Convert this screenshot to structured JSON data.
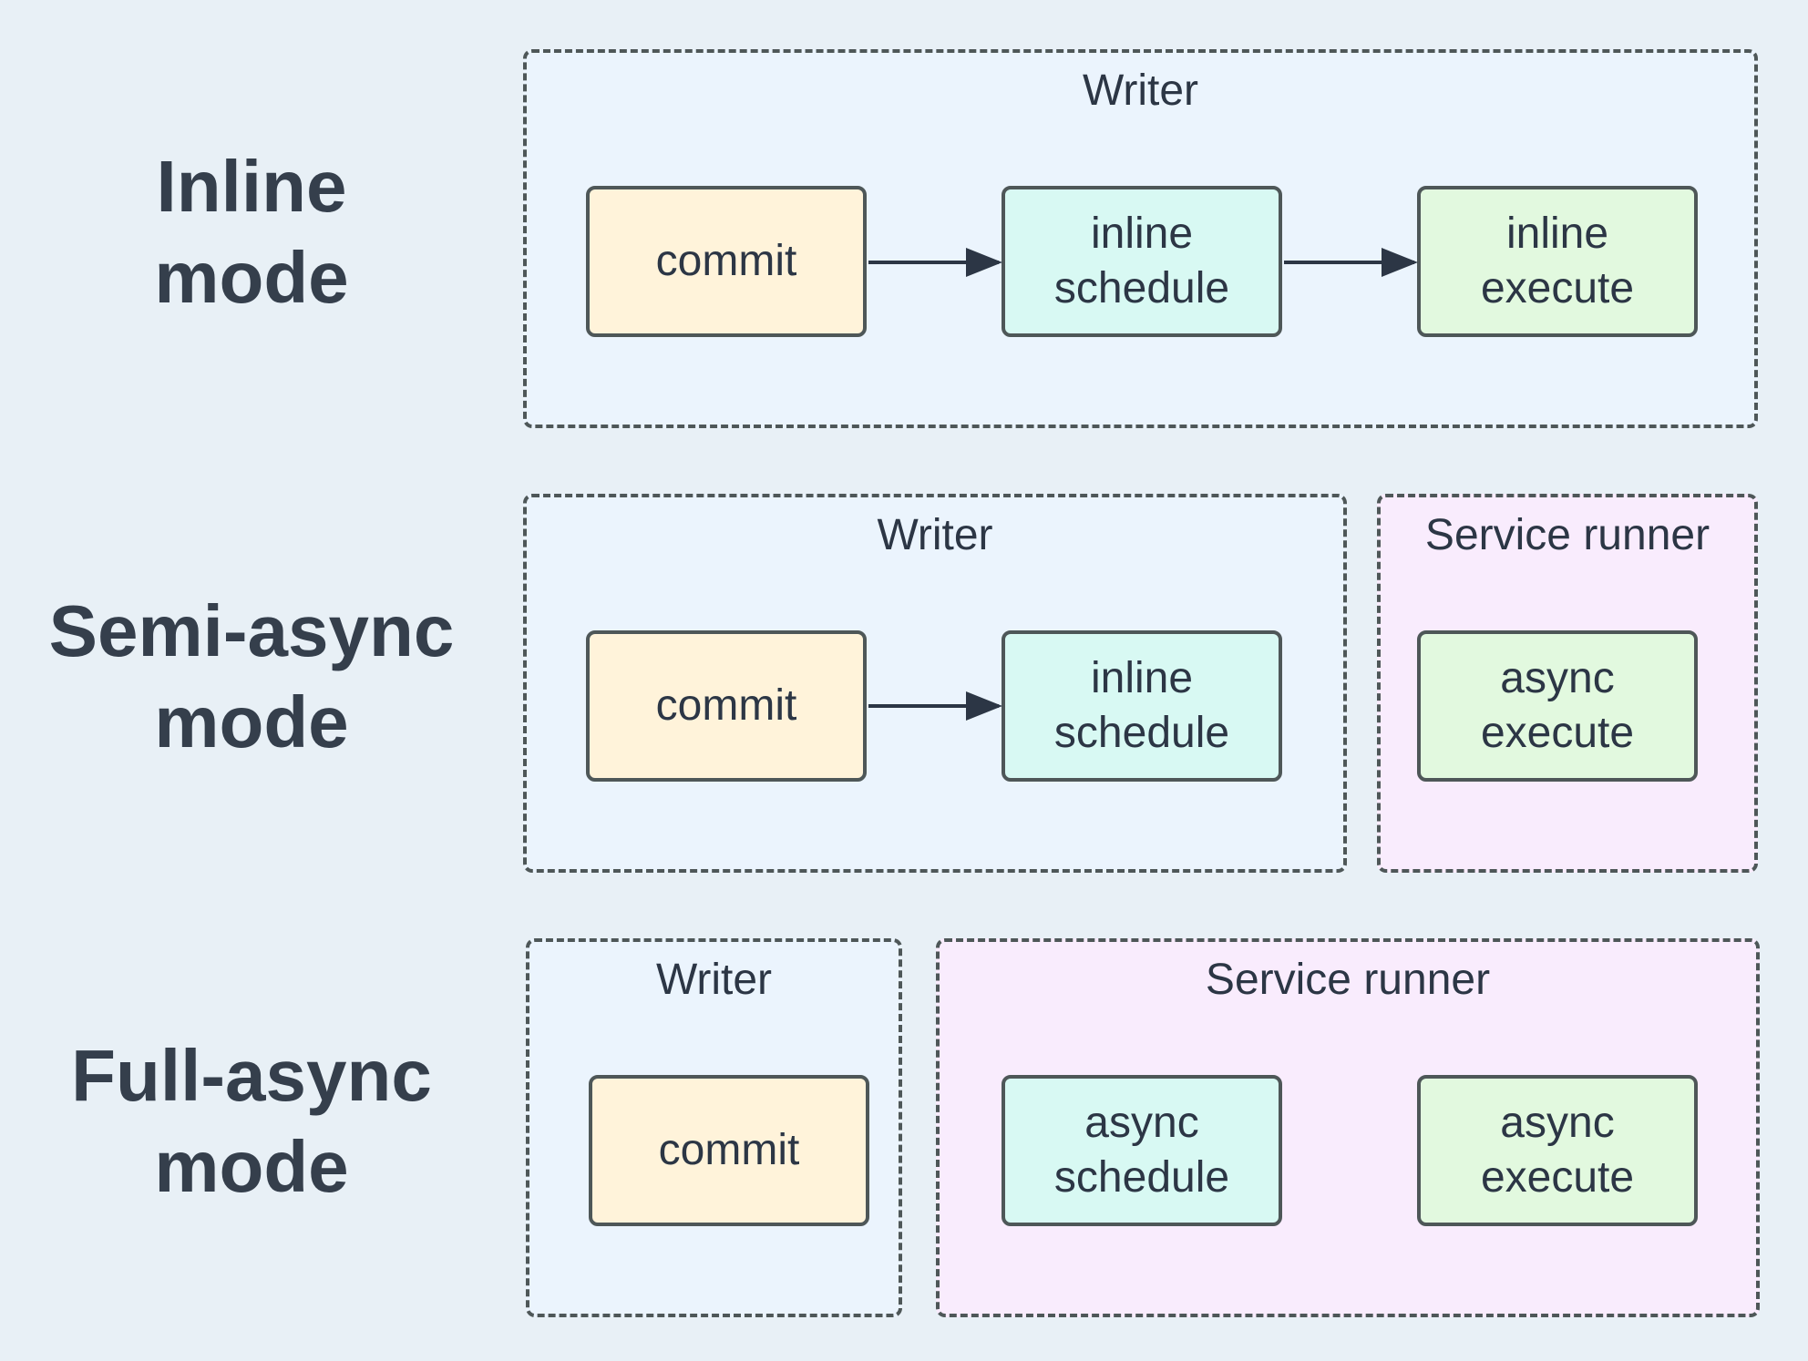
{
  "modes": [
    {
      "label_line1": "Inline",
      "label_line2": "mode"
    },
    {
      "label_line1": "Semi-async",
      "label_line2": "mode"
    },
    {
      "label_line1": "Full-async",
      "label_line2": "mode"
    }
  ],
  "inline": {
    "writer_title": "Writer",
    "commit": "commit",
    "schedule_line1": "inline",
    "schedule_line2": "schedule",
    "execute_line1": "inline",
    "execute_line2": "execute"
  },
  "semi_async": {
    "writer_title": "Writer",
    "runner_title": "Service runner",
    "commit": "commit",
    "schedule_line1": "inline",
    "schedule_line2": "schedule",
    "execute_line1": "async",
    "execute_line2": "execute"
  },
  "full_async": {
    "writer_title": "Writer",
    "runner_title": "Service runner",
    "commit": "commit",
    "schedule_line1": "async",
    "schedule_line2": "schedule",
    "execute_line1": "async",
    "execute_line2": "execute"
  },
  "colors": {
    "background": "#e8f0f6",
    "writer_fill": "#ebf4fd",
    "runner_fill": "#f9ecfd",
    "commit_fill": "#fff3da",
    "schedule_fill": "#d8f9f3",
    "execute_fill": "#e2f9df",
    "border": "#4e5758",
    "arrow": "#2c3645"
  }
}
